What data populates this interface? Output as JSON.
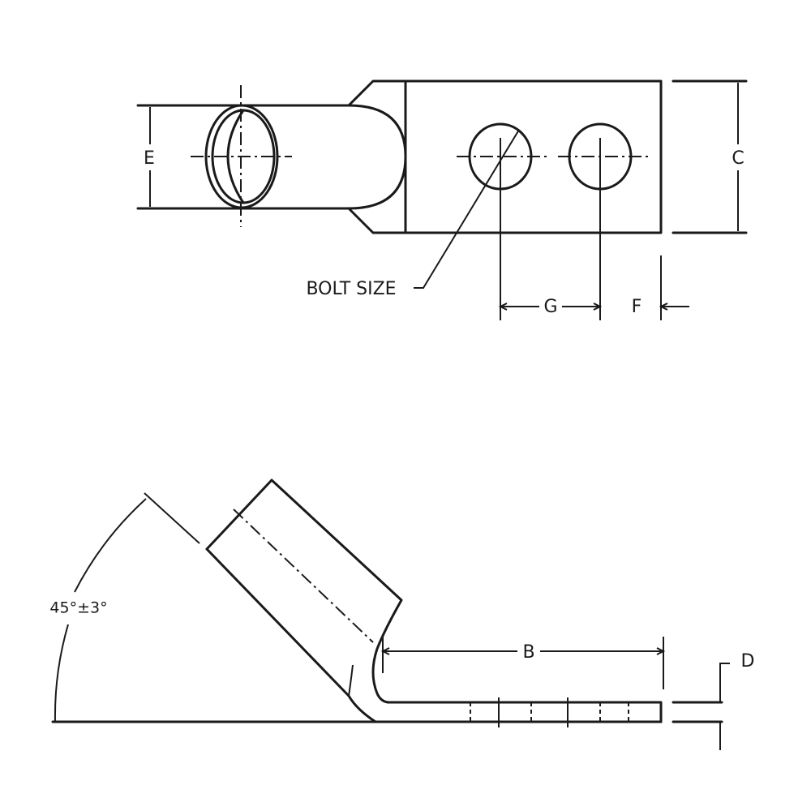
{
  "labels": {
    "e": "E",
    "c": "C",
    "g": "G",
    "f": "F",
    "bolt_size": "BOLT SIZE",
    "b": "B",
    "d": "D",
    "angle": "45°±3°"
  },
  "colors": {
    "line": "#1a1a1a",
    "background": "#ffffff"
  }
}
